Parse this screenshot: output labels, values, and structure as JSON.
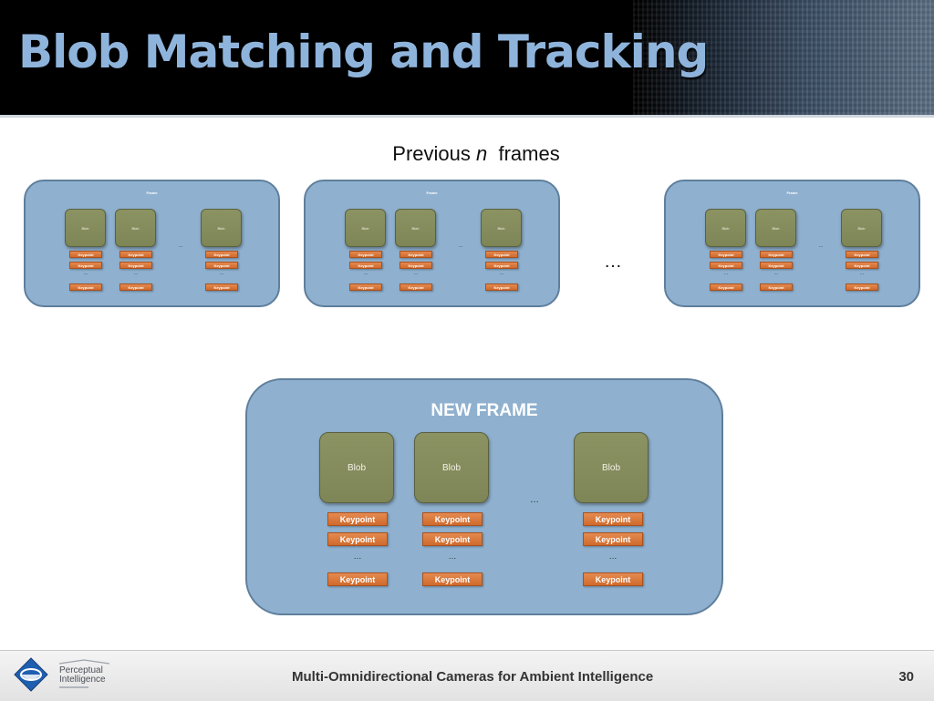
{
  "slide": {
    "title": "Blob Matching and Tracking",
    "subtitle_prefix": "Previous",
    "subtitle_var": "n",
    "subtitle_suffix": "frames",
    "middle_ellipsis": "…",
    "footer_text": "Multi-Omnidirectional Cameras for Ambient Intelligence",
    "page_number": "30"
  },
  "logo": {
    "line1": "Perceptual",
    "line2": "Intelligence"
  },
  "frames": {
    "new_frame_label": "NEW FRAME",
    "previous_frame_label": "Frame",
    "blob_label": "Blob",
    "keypoint_label": "Keypoint",
    "ellipsis": "…"
  },
  "colors": {
    "frame_fill": "#8fb1cf",
    "blob_fill": "#838a5a",
    "keypoint_fill": "#dc7a3c",
    "title_color": "#8fb4dc"
  }
}
